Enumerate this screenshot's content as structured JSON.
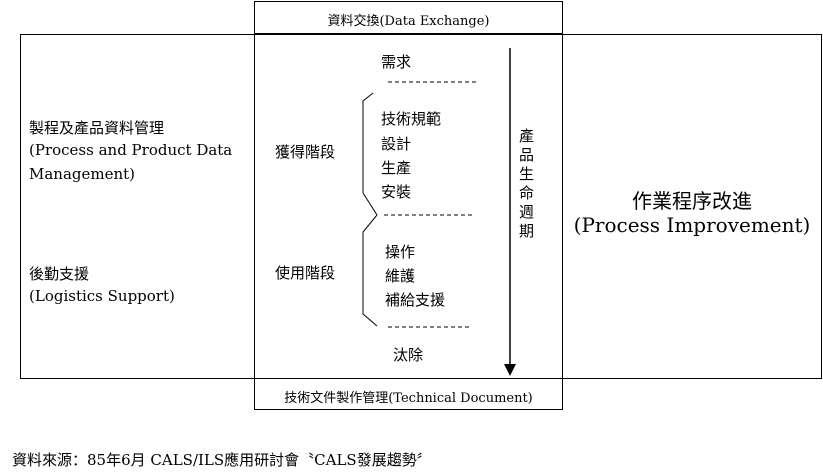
{
  "top_box": {
    "label": "資料交換(Data Exchange)"
  },
  "bottom_box": {
    "label": "技術文件製作管理(Technical Document)"
  },
  "left_panel": {
    "item1_line1": "製程及產品資料管理",
    "item1_line2": "(Process and Product Data",
    "item1_line3": "Management)",
    "item2_line1": "後勤支援",
    "item2_line2": "(Logistics Support)"
  },
  "center_panel": {
    "top_label": "需求",
    "acquisition_phase": "獲得階段",
    "acquisition_items": [
      "技術規範",
      "設計",
      "生產",
      "安裝"
    ],
    "usage_phase": "使用階段",
    "usage_items": [
      "操作",
      "維護",
      "補給支援"
    ],
    "bottom_label": "汰除",
    "lifecycle_label": "產品生命週期"
  },
  "right_panel": {
    "line1": "作業程序改進",
    "line2": "(Process Improvement)"
  },
  "source_note": "資料來源：85年6月 CALS/ILS應用研討會〝CALS發展趨勢〞"
}
